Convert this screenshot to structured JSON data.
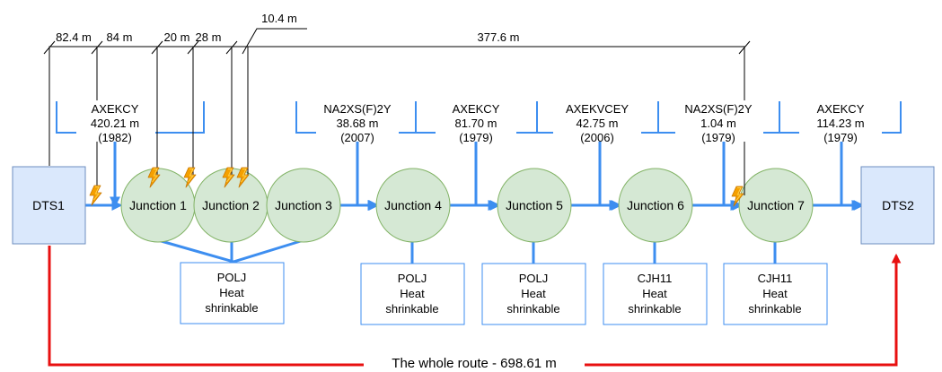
{
  "endpoints": {
    "left": "DTS1",
    "right": "DTS2"
  },
  "junctions": [
    "Junction 1",
    "Junction 2",
    "Junction 3",
    "Junction 4",
    "Junction 5",
    "Junction 6",
    "Junction 7"
  ],
  "cables": [
    {
      "type": "AXEKCY",
      "length": "420.21 m",
      "year": "(1982)"
    },
    {
      "type": "NA2XS(F)2Y",
      "length": "38.68 m",
      "year": "(2007)"
    },
    {
      "type": "AXEKCY",
      "length": "81.70 m",
      "year": "(1979)"
    },
    {
      "type": "AXEKVCEY",
      "length": "42.75 m",
      "year": "(2006)"
    },
    {
      "type": "NA2XS(F)2Y",
      "length": "1.04 m",
      "year": "(1979)"
    },
    {
      "type": "AXEKCY",
      "length": "114.23 m",
      "year": "(1979)"
    }
  ],
  "joints": [
    {
      "model": "POLJ",
      "line2": "Heat",
      "line3": "shrinkable"
    },
    {
      "model": "POLJ",
      "line2": "Heat",
      "line3": "shrinkable"
    },
    {
      "model": "POLJ",
      "line2": "Heat",
      "line3": "shrinkable"
    },
    {
      "model": "CJH11",
      "line2": "Heat",
      "line3": "shrinkable"
    },
    {
      "model": "CJH11",
      "line2": "Heat",
      "line3": "shrinkable"
    }
  ],
  "fault_distances": [
    "82.4 m",
    "84 m",
    "20 m",
    "28 m",
    "10.4 m",
    "377.6 m"
  ],
  "route_label": "The whole route - 698.61 m",
  "colors": {
    "flow_arrow": "#3d8ef0",
    "route_arrow": "#e81010",
    "node_fill": "#d5e8d4",
    "node_stroke": "#82b366",
    "dts_fill": "#dae8fc",
    "dts_stroke": "#6c8ebf",
    "fault_icon": "#f5a000"
  }
}
